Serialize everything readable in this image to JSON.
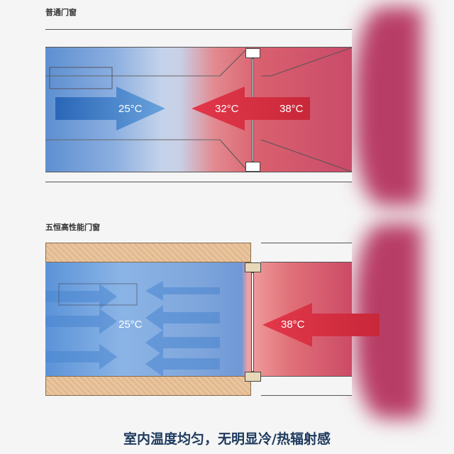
{
  "panel_normal": {
    "title": "普通门窗",
    "indoor_temp": "25°C",
    "window_temp": "32°C",
    "outdoor_temp": "38°C"
  },
  "panel_high": {
    "title": "五恒高性能门窗",
    "indoor_temp": "25°C",
    "outdoor_temp": "38°C"
  },
  "caption": "室内温度均匀，无明显冷/热辐射感",
  "colors": {
    "cold": "#2f6fc0",
    "hot": "#c8283a",
    "heat_blob": "#b83d66",
    "caption": "#1d3a5e"
  }
}
